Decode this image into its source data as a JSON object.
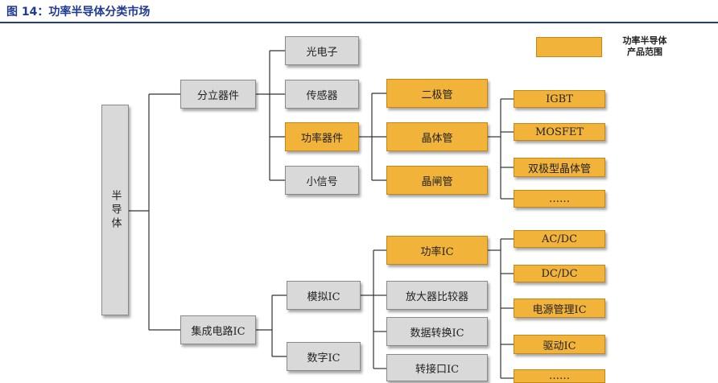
{
  "caption": "图 14：功率半导体分类市场",
  "legend": {
    "line1": "功率半导体",
    "line2": "产品范围"
  },
  "nodes": {
    "root": "半导体",
    "discrete": "分立器件",
    "ic": "集成电路IC",
    "optoelectronic": "光电子",
    "sensor": "传感器",
    "power_device": "功率器件",
    "small_signal": "小信号",
    "diode": "二极管",
    "transistor": "晶体管",
    "thyristor": "晶闸管",
    "igbt": "IGBT",
    "mosfet": "MOSFET",
    "bjt": "双极型晶体管",
    "transistor_more": "……",
    "analog_ic": "模拟IC",
    "digital_ic": "数字IC",
    "power_ic": "功率IC",
    "amplifier": "放大器比较器",
    "data_converter": "数据转换IC",
    "interface_ic": "转接口IC",
    "acdc": "AC/DC",
    "dcdc": "DC/DC",
    "pmic": "电源管理IC",
    "driver": "驱动IC",
    "power_ic_more": "……"
  },
  "colors": {
    "caption": "#1f3a93",
    "highlight": "#f2b33a",
    "neutral": "#d9d9d9",
    "line": "#333333"
  }
}
